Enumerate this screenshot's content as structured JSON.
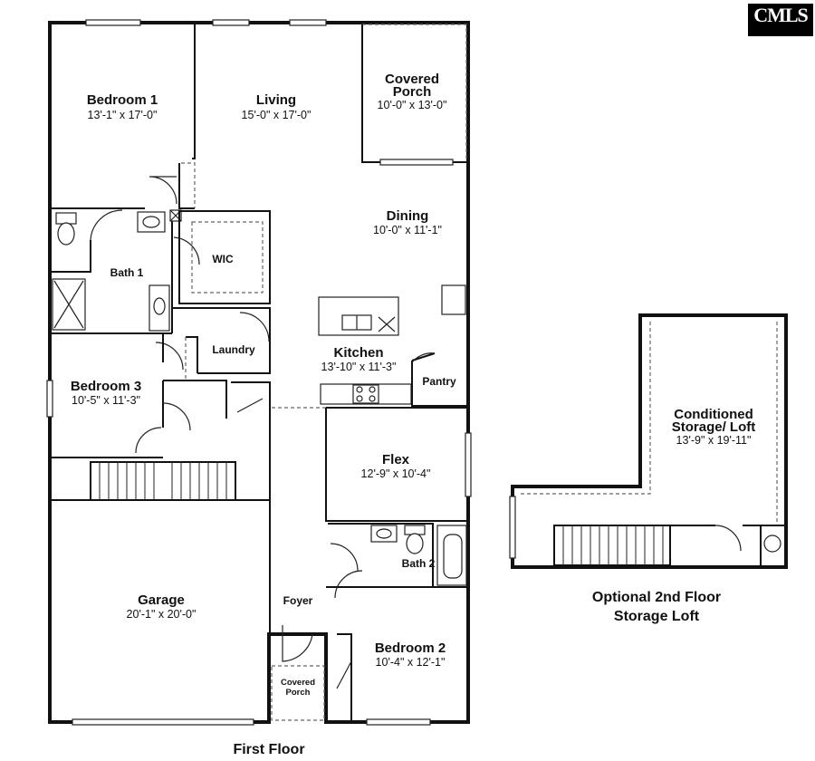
{
  "logo": {
    "text": "CMLS",
    "sub": ""
  },
  "first_floor": {
    "caption": "First Floor",
    "rooms": {
      "bedroom1": {
        "name": "Bedroom 1",
        "dim": "13'-1\" x 17'-0\""
      },
      "living": {
        "name": "Living",
        "dim": "15'-0\" x 17'-0\""
      },
      "covered_porch_rear": {
        "name_line1": "Covered",
        "name_line2": "Porch",
        "dim": "10'-0\" x 13'-0\""
      },
      "dining": {
        "name": "Dining",
        "dim": "10'-0\" x 11'-1\""
      },
      "wic": {
        "name": "WIC"
      },
      "bath1": {
        "name": "Bath 1"
      },
      "laundry": {
        "name": "Laundry"
      },
      "kitchen": {
        "name": "Kitchen",
        "dim": "13'-10\" x 11'-3\""
      },
      "pantry": {
        "name": "Pantry"
      },
      "bedroom3": {
        "name": "Bedroom 3",
        "dim": "10'-5\" x 11'-3\""
      },
      "flex": {
        "name": "Flex",
        "dim": "12'-9\" x 10'-4\""
      },
      "bath2": {
        "name": "Bath 2"
      },
      "garage": {
        "name": "Garage",
        "dim": "20'-1\" x 20'-0\""
      },
      "foyer": {
        "name": "Foyer"
      },
      "covered_porch_front": {
        "name_line1": "Covered",
        "name_line2": "Porch"
      },
      "bedroom2": {
        "name": "Bedroom 2",
        "dim": "10'-4\" x 12'-1\""
      }
    }
  },
  "second_floor": {
    "caption_line1": "Optional 2nd Floor",
    "caption_line2": "Storage Loft",
    "room": {
      "name_line1": "Conditioned",
      "name_line2": "Storage/ Loft",
      "dim": "13'-9\" x 19'-11\""
    }
  }
}
